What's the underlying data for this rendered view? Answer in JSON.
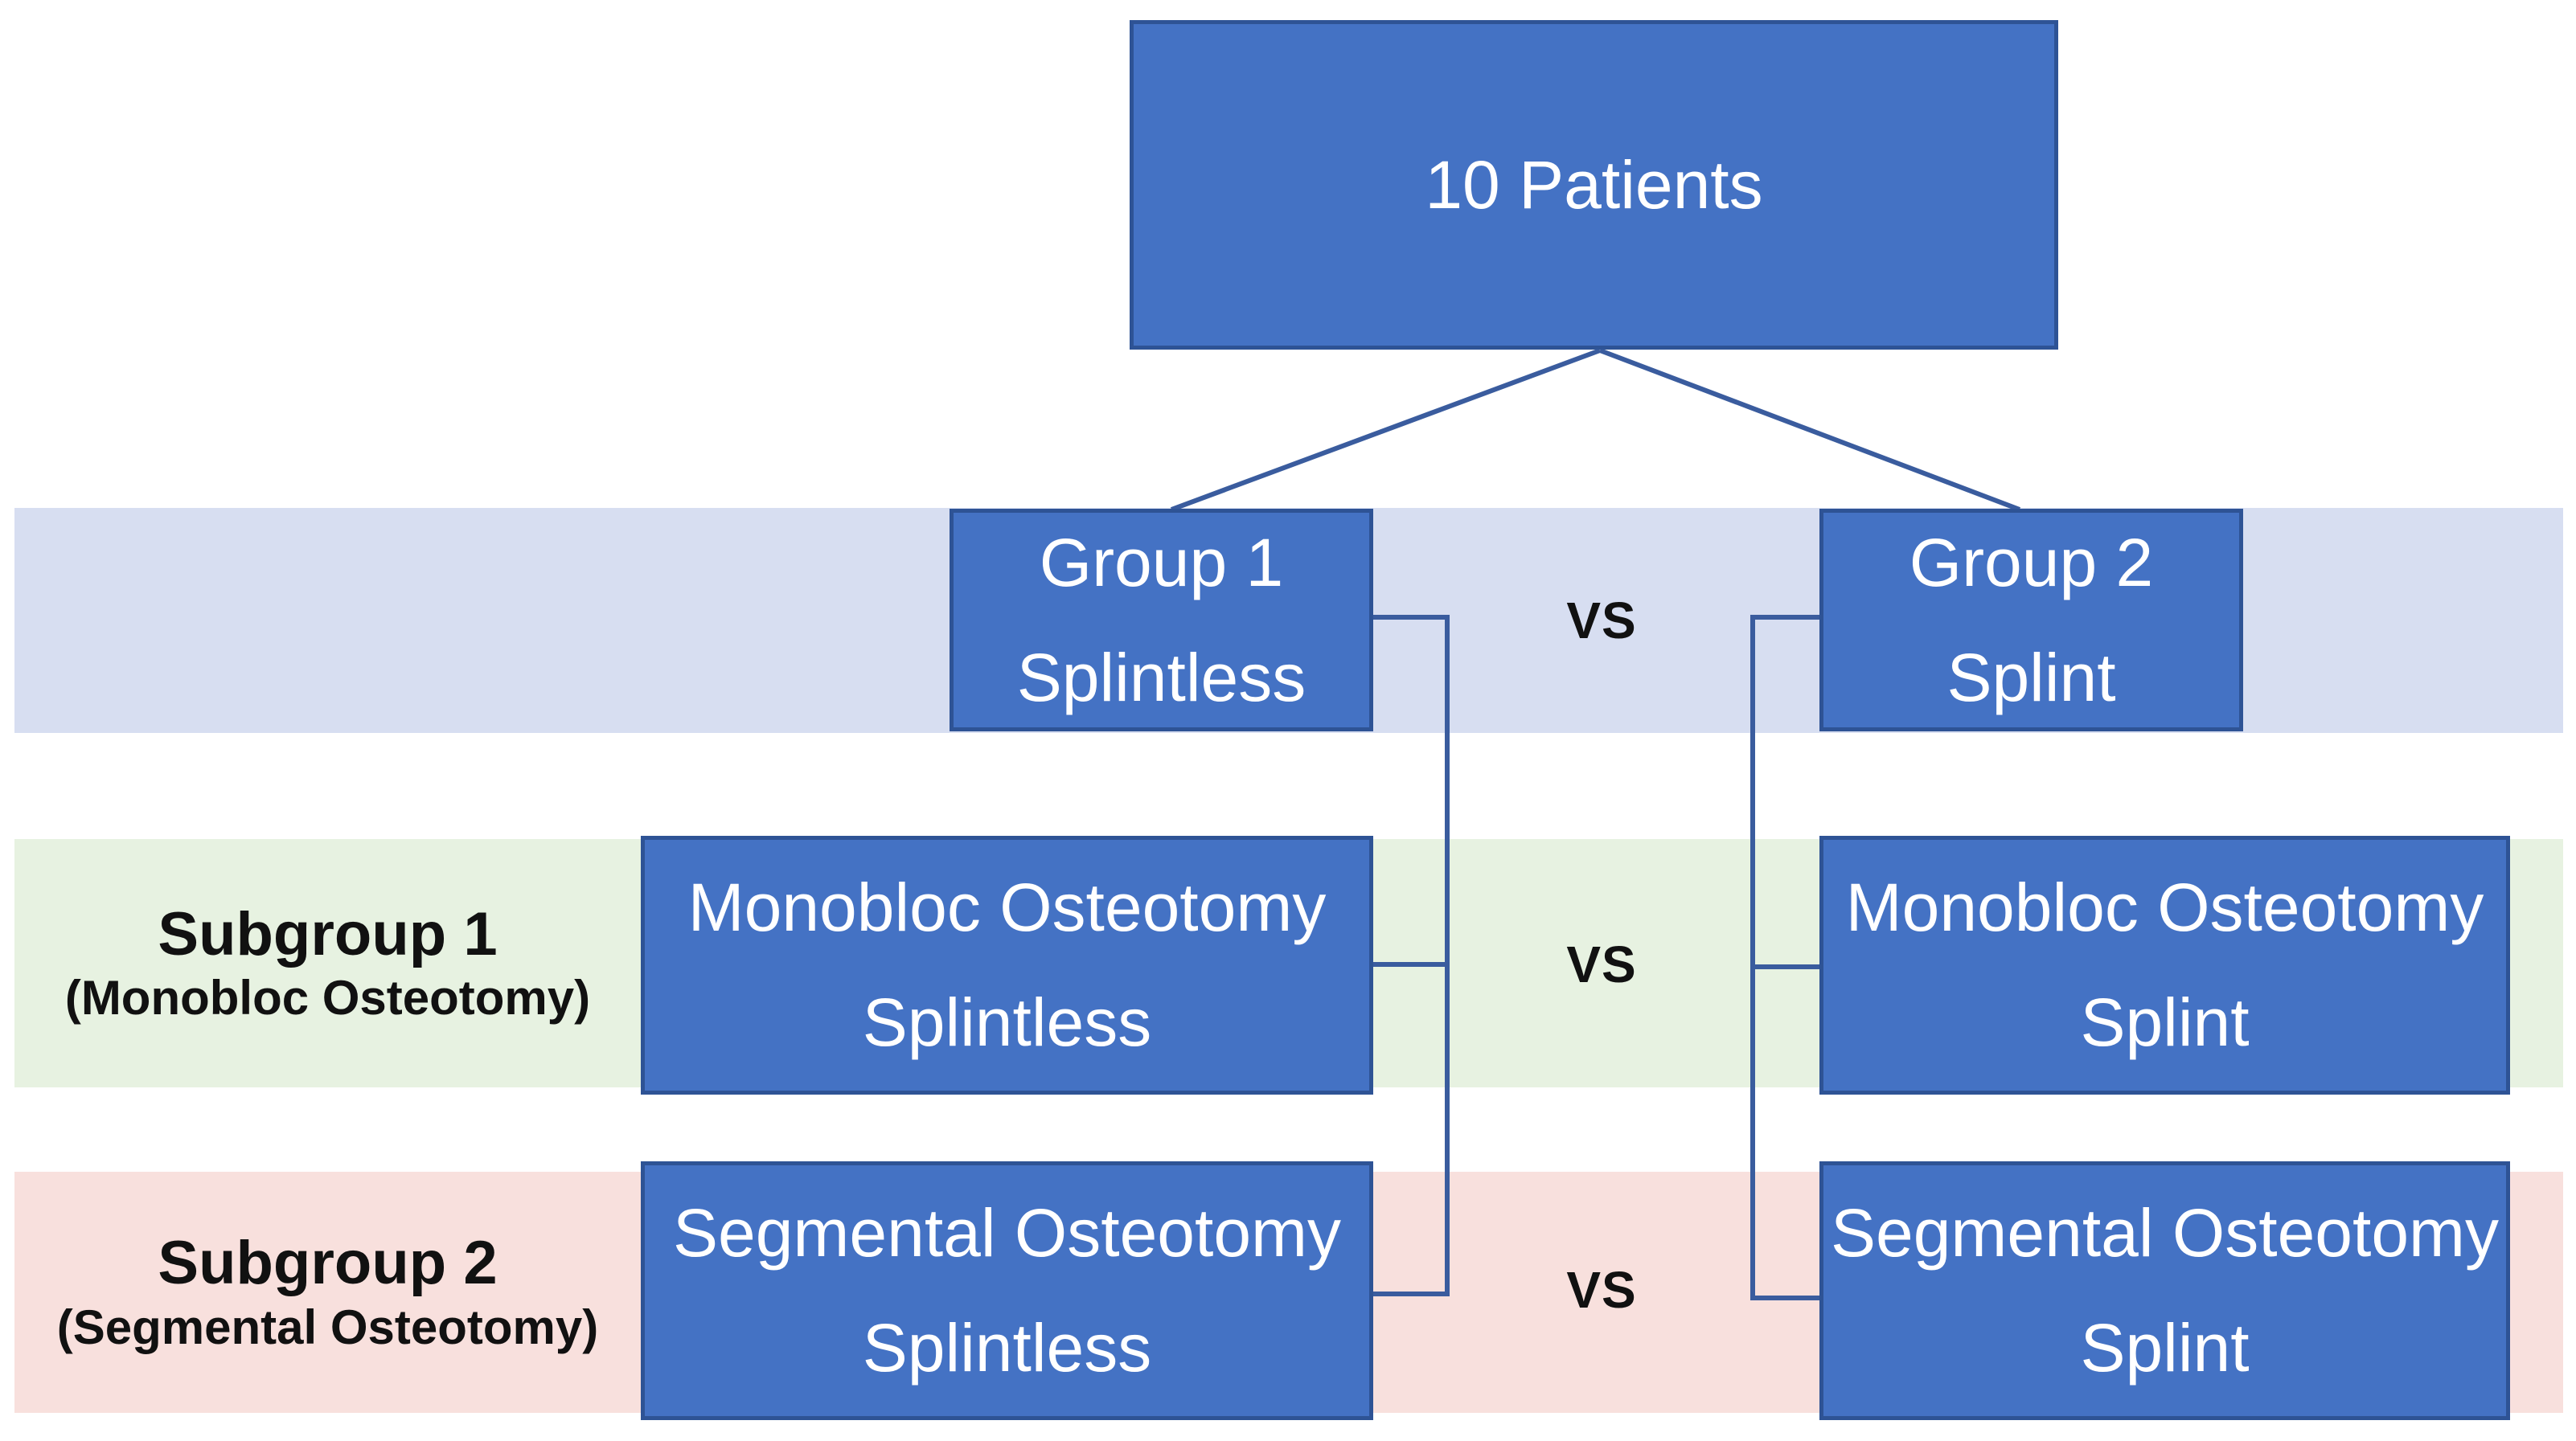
{
  "root_box": {
    "label": "10 Patients"
  },
  "row1": {
    "left": {
      "line1": "Group 1",
      "line2": "Splintless"
    },
    "vs": "VS",
    "right": {
      "line1": "Group 2",
      "line2": "Splint"
    }
  },
  "row2": {
    "label_title": "Subgroup 1",
    "label_sub": "(Monobloc Osteotomy)",
    "left": {
      "line1": "Monobloc Osteotomy",
      "line2": "Splintless"
    },
    "vs": "VS",
    "right": {
      "line1": "Monobloc Osteotomy",
      "line2": "Splint"
    }
  },
  "row3": {
    "label_title": "Subgroup 2",
    "label_sub": "(Segmental Osteotomy)",
    "left": {
      "line1": "Segmental Osteotomy",
      "line2": "Splintless"
    },
    "vs": "VS",
    "right": {
      "line1": "Segmental Osteotomy",
      "line2": "Splint"
    }
  },
  "colors": {
    "box_fill": "#4472C4",
    "box_border": "#2E5395",
    "band_blue": "#D7DEF1",
    "band_green": "#E7F2E1",
    "band_pink": "#F8E0DD",
    "connector": "#3A5C9E",
    "box_text": "#FFFFFF",
    "label_text": "#111111"
  }
}
